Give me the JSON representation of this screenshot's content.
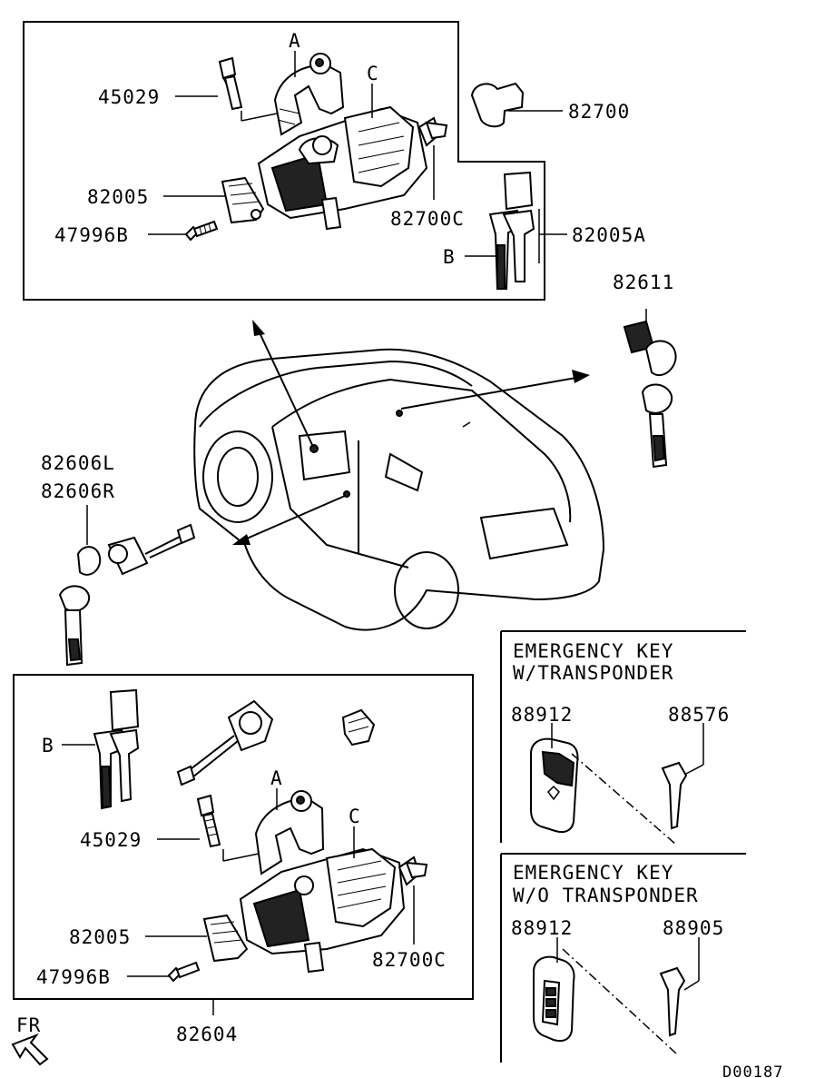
{
  "diagram": {
    "code": "D00187",
    "orientation": "FR",
    "top_box": {
      "labels": {
        "a": "A",
        "c": "C",
        "b": "B",
        "p45029": "45029",
        "p82005": "82005",
        "p47996b": "47996B",
        "p82700c": "82700C",
        "p82700": "82700",
        "p82005a": "82005A"
      }
    },
    "right_side": {
      "p82611": "82611"
    },
    "left_side": {
      "p82606l": "82606L",
      "p82606r": "82606R"
    },
    "bottom_box": {
      "labels": {
        "b": "B",
        "a": "A",
        "c": "C",
        "p45029": "45029",
        "p82005": "82005",
        "p47996b": "47996B",
        "p82700c": "82700C",
        "p82604": "82604"
      }
    },
    "emergency_with": {
      "title_line1": "EMERGENCY KEY",
      "title_line2": "W/TRANSPONDER",
      "fob": "88912",
      "key": "88576"
    },
    "emergency_without": {
      "title_line1": "EMERGENCY KEY",
      "title_line2": "W/O TRANSPONDER",
      "fob": "88912",
      "key": "88905"
    }
  }
}
